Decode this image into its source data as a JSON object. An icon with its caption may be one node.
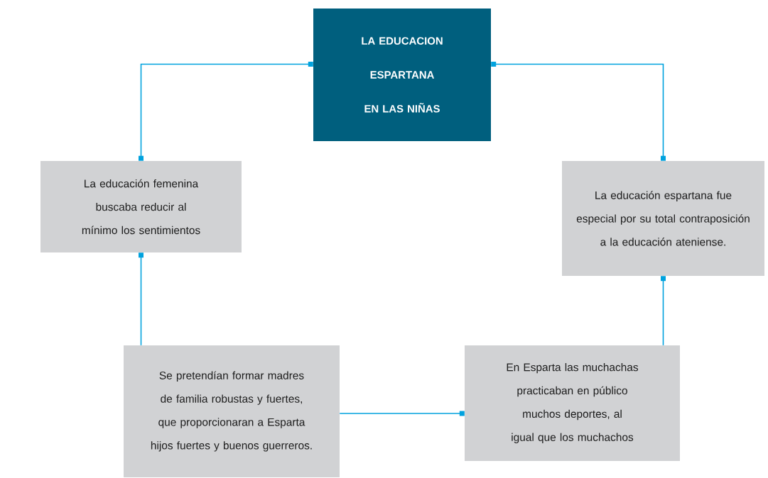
{
  "diagram": {
    "nodes": [
      {
        "text": [
          "LA EDUCACION ESPARTANA EN LAS NIÑAS"
        ]
      },
      {
        "text": [
          "La educación femenina buscaba reducir al mínimo los sentimientos"
        ]
      },
      {
        "text": [
          "La educación espartana fue especial por su total contraposición a la educación ateniense."
        ]
      },
      {
        "text": [
          "Se pretendían formar madres de familia robustas y fuertes, que proporcionaran a Esparta hijos fuertes y buenos guerreros."
        ]
      },
      {
        "text": [
          "En Esparta las muchachas practicaban en público muchos deportes, al igual que los muchachos"
        ]
      }
    ],
    "edges": [
      {
        "from": 0,
        "to": 1,
        "arrow": "other"
      },
      {
        "from": 0,
        "to": 2,
        "arrow": "other"
      },
      {
        "from": 3,
        "to": 1,
        "arrow": "other"
      },
      {
        "from": 3,
        "to": 4,
        "arrow": "other"
      },
      {
        "from": 4,
        "to": 2,
        "arrow": "other"
      }
    ]
  }
}
